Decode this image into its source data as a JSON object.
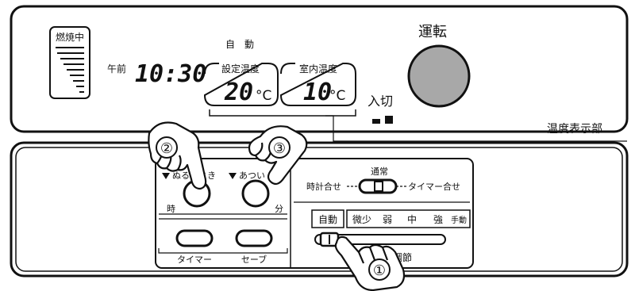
{
  "top_panel": {
    "burning_label": "燃焼中",
    "am_label": "午前",
    "clock_display": "10:30",
    "auto_label": "自　動",
    "set_temp_label": "設定温度",
    "set_temp_value": "20",
    "room_temp_label": "室内温度",
    "room_temp_value": "10",
    "unit": "°C",
    "run_label": "運転",
    "on_off_label": "入切"
  },
  "callout_label": "温度表示部",
  "bottom_panel": {
    "down_label": "ぬるいとき",
    "up_label": "あつい",
    "hour_label": "時",
    "minute_label": "分",
    "timer_label": "タイマー",
    "save_label": "セーブ",
    "normal_label": "通常",
    "clock_set_label": "時計合せ",
    "timer_set_label": "タイマー合せ",
    "mode_labels": [
      "自動",
      "微少",
      "弱",
      "中",
      "強",
      "手動"
    ],
    "adjust_label": "調節"
  },
  "markers": [
    "②",
    "③",
    "①"
  ]
}
